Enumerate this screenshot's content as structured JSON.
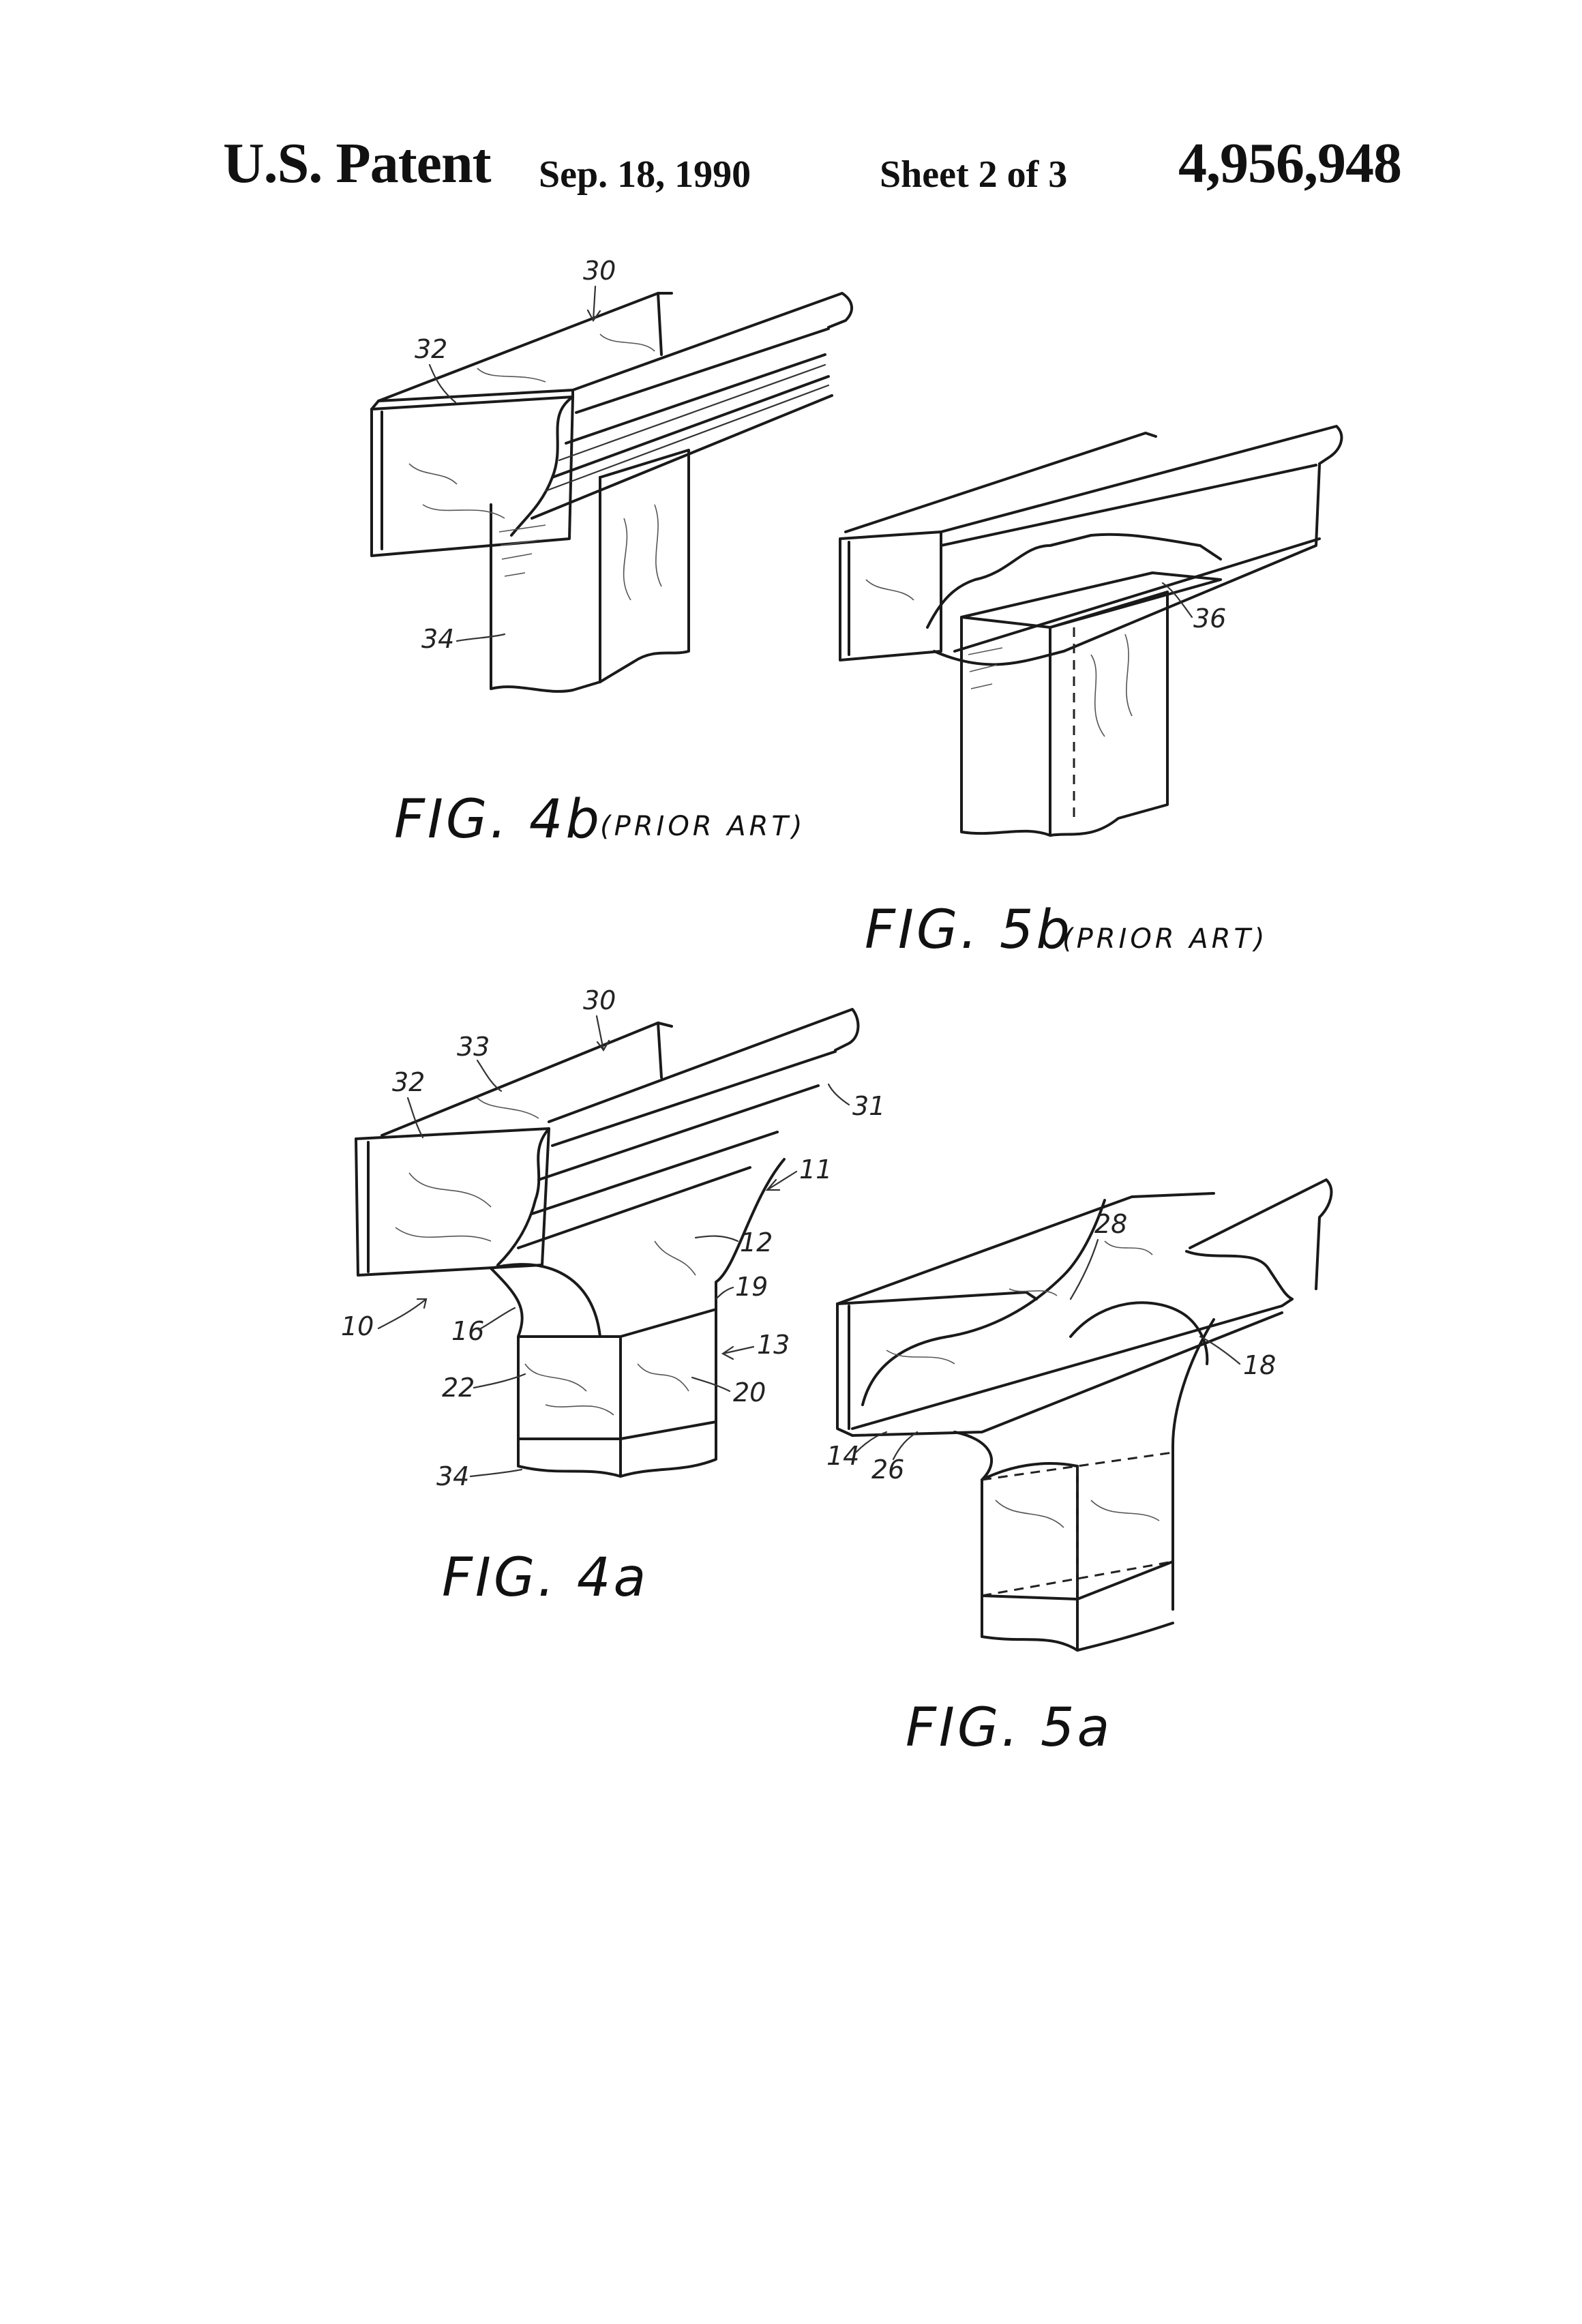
{
  "header": {
    "left": "U.S. Patent",
    "date": "Sep. 18, 1990",
    "sheet": "Sheet 2 of 3",
    "patent_number": "4,956,948"
  },
  "figures": {
    "fig4b": {
      "label": "FIG. 4b",
      "note": "(PRIOR ART)",
      "refs": [
        "30",
        "32",
        "34"
      ]
    },
    "fig5b": {
      "label": "FIG. 5b",
      "note": "(PRIOR ART)",
      "refs": [
        "36"
      ]
    },
    "fig4a": {
      "label": "FIG. 4a",
      "refs": [
        "30",
        "33",
        "32",
        "31",
        "11",
        "12",
        "19",
        "13",
        "10",
        "16",
        "22",
        "20",
        "34"
      ]
    },
    "fig5a": {
      "label": "FIG. 5a",
      "refs": [
        "28",
        "18",
        "14",
        "26"
      ]
    }
  }
}
